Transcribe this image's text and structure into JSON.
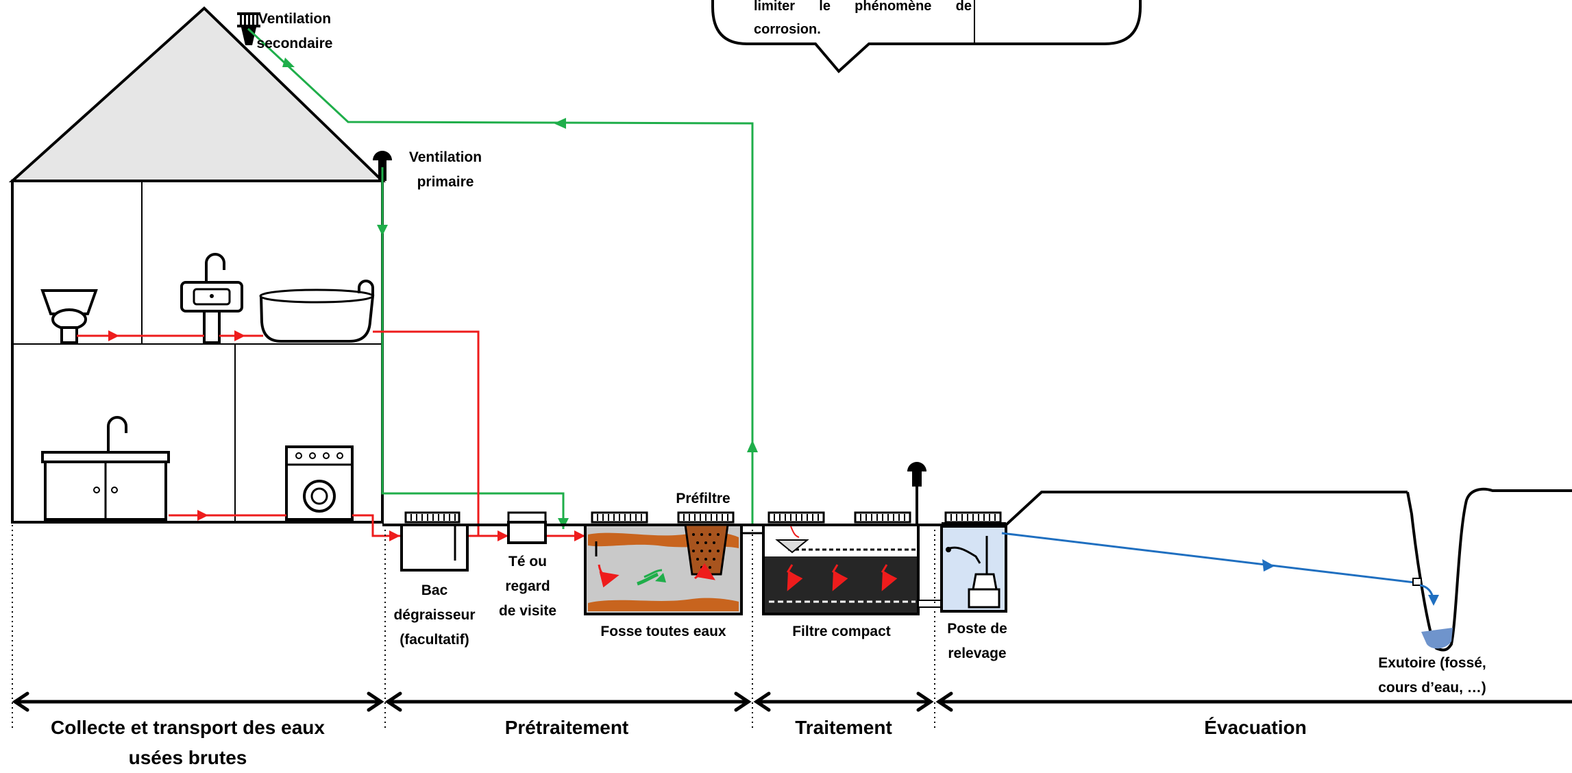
{
  "labels": {
    "ventilation_secondaire": [
      "Ventilation",
      "secondaire"
    ],
    "ventilation_primaire": [
      "Ventilation",
      "primaire"
    ],
    "prefiltre": "Préfiltre",
    "bac": [
      "Bac",
      "dégraisseur",
      "(facultatif)"
    ],
    "te": [
      "Té ou",
      "regard",
      "de visite"
    ],
    "fosse": "Fosse toutes eaux",
    "filtre": "Filtre compact",
    "poste": [
      "Poste de",
      "relevage"
    ],
    "exutoire": [
      "Exutoire (fossé,",
      "cours d’eau, …)"
    ]
  },
  "bubble": {
    "lines": [
      "limiter le phénomène de",
      "corrosion."
    ]
  },
  "sections": {
    "collecte": [
      "Collecte et transport des eaux",
      "usées brutes"
    ],
    "pretraitement": "Prétraitement",
    "traitement": "Traitement",
    "evacuation": "Évacuation"
  },
  "colors": {
    "wastewater_flow": "#ee1c1c",
    "ventilation_flow": "#1fae4a",
    "treated_flow": "#1f6fc0",
    "sludge": "#c8641e",
    "fosse_water": "#c9c9c9",
    "filter_media": "#262626",
    "pump_water": "#d5e3f5",
    "outlet_water": "#6f94cc"
  }
}
